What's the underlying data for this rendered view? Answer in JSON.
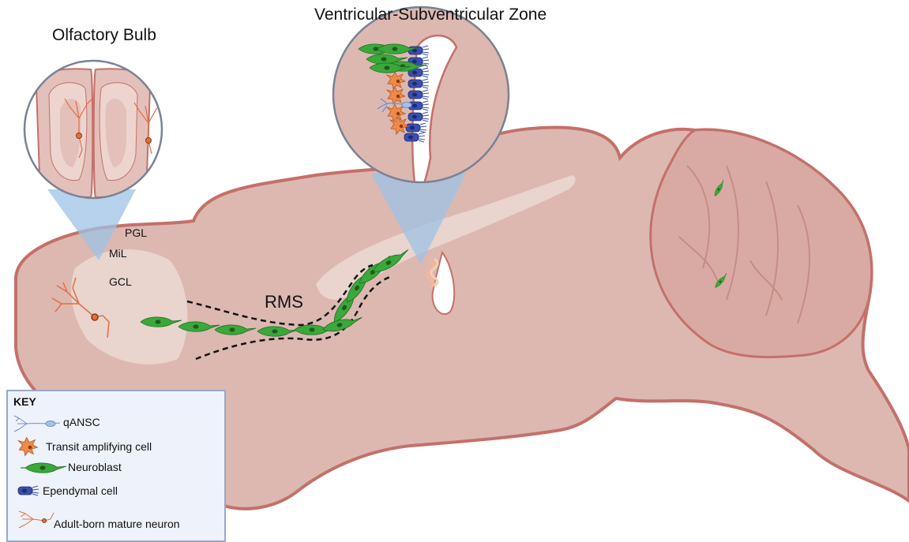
{
  "titles": {
    "olfactory_bulb": "Olfactory Bulb",
    "vsvz": "Ventricular-Subventricular Zone"
  },
  "layers": {
    "pgl": "PGL",
    "mil": "MiL",
    "gcl": "GCL"
  },
  "rms_label": "RMS",
  "key": {
    "title": "KEY",
    "items": [
      {
        "label": "qANSC",
        "icon": "qansc-cell-icon"
      },
      {
        "label": "Transit amplifying cell",
        "icon": "transit-amplifying-cell-icon"
      },
      {
        "label": "Neuroblast",
        "icon": "neuroblast-icon"
      },
      {
        "label": "Ependymal cell",
        "icon": "ependymal-cell-icon"
      },
      {
        "label": "Adult-born mature neuron",
        "icon": "mature-neuron-icon"
      }
    ]
  },
  "colors": {
    "brain_fill": "#dcb8b1",
    "brain_outline": "#c4706a",
    "neuroblast": "#3aa83a",
    "transit_cell": "#ef8a4a",
    "ependymal": "#3a4fb0",
    "qansc": "#6a8fd0",
    "mature_neuron": "#e07040",
    "key_background": "#eef2fa"
  }
}
